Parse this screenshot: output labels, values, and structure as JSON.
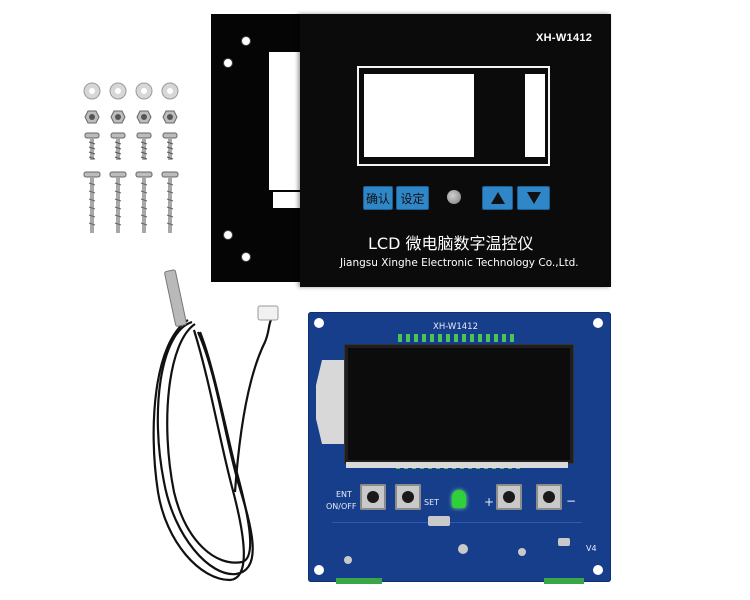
{
  "bezel": {
    "model": "XH-W1412",
    "key_confirm": "确认",
    "key_set": "设定",
    "title": "LCD 微电脑数字温控仪",
    "subtitle": "Jiangsu Xinghe Electronic Technology Co.,Ltd."
  },
  "board": {
    "model": "XH-W1412",
    "label_ent": "ENT",
    "label_onoff": "ON/OFF",
    "label_set": "SET",
    "label_plus": "+",
    "label_minus": "−",
    "label_version": "V4"
  },
  "colors": {
    "background": "#ffffff",
    "bezel": "#0b0b0b",
    "key_blue": "#2f87c8",
    "pcb_blue": "#173e8a",
    "led_green": "#2fd13a"
  }
}
